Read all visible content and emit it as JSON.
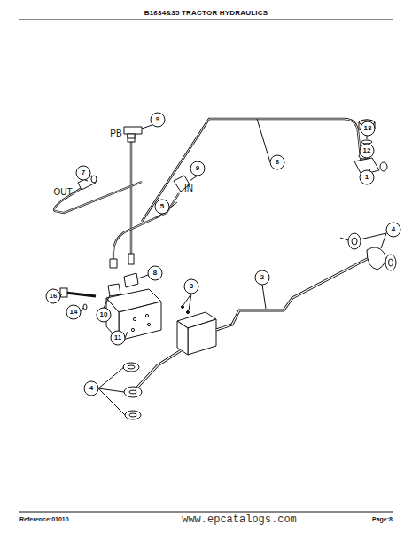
{
  "diagram": {
    "title": "B1634&35 TRACTOR HYDRAULICS",
    "labels": [
      "9",
      "PB",
      "13",
      "12",
      "1",
      "6",
      "7",
      "9",
      "OUT",
      "IN",
      "5",
      "4",
      "8",
      "3",
      "2",
      "16",
      "14",
      "10",
      "11",
      "4",
      "Reference:01010",
      "www.epcatalogs.com",
      "Page:8"
    ]
  }
}
